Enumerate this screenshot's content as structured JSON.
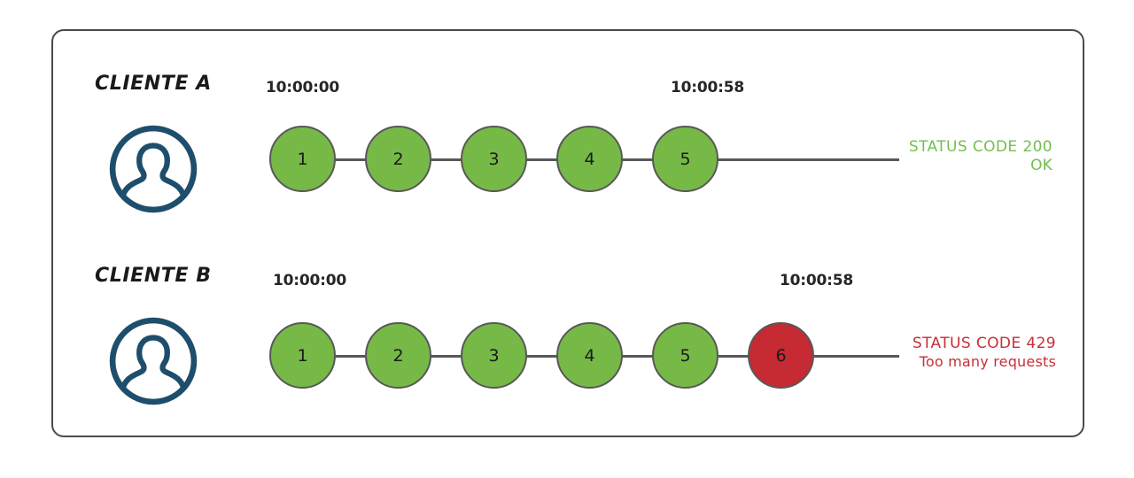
{
  "diagram": {
    "title_present": false,
    "panel": {
      "border_color": "#4a4a4a",
      "background": "#ffffff"
    },
    "colors": {
      "node_ok": "#76b947",
      "node_fail": "#c62a33",
      "node_stroke": "#585858",
      "connector": "#585858",
      "avatar": "#1e4e6b",
      "status_ok_text": "#72bf4e",
      "status_fail_text": "#c62f38",
      "timestamp_text": "#262626",
      "label_text": "#1a1a1a"
    },
    "rows": [
      {
        "id": "client-a",
        "label": "CLIENTE A",
        "avatar_icon": "user-avatar-icon",
        "timestamp_start": "10:00:00",
        "timestamp_end": "10:00:58",
        "nodes": [
          {
            "number": "1",
            "state": "ok"
          },
          {
            "number": "2",
            "state": "ok"
          },
          {
            "number": "3",
            "state": "ok"
          },
          {
            "number": "4",
            "state": "ok"
          },
          {
            "number": "5",
            "state": "ok"
          }
        ],
        "status": {
          "state": "ok",
          "line1": "STATUS CODE 200",
          "line2": "OK"
        }
      },
      {
        "id": "client-b",
        "label": "CLIENTE B",
        "avatar_icon": "user-avatar-icon",
        "timestamp_start": "10:00:00",
        "timestamp_end": "10:00:58",
        "nodes": [
          {
            "number": "1",
            "state": "ok"
          },
          {
            "number": "2",
            "state": "ok"
          },
          {
            "number": "3",
            "state": "ok"
          },
          {
            "number": "4",
            "state": "ok"
          },
          {
            "number": "5",
            "state": "ok"
          },
          {
            "number": "6",
            "state": "fail"
          }
        ],
        "status": {
          "state": "fail",
          "line1": "STATUS CODE 429",
          "line2": "Too many requests"
        }
      }
    ]
  }
}
